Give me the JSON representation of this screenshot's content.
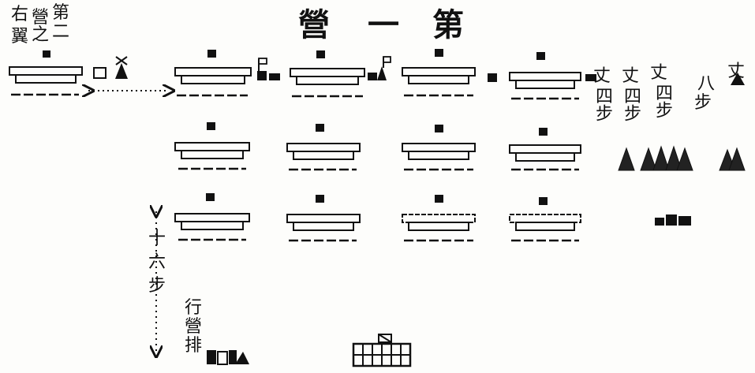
{
  "title": [
    "營",
    "一",
    "第"
  ],
  "wing_label": [
    "右",
    "營",
    "第",
    "翼",
    "之",
    "二"
  ],
  "distance_label": [
    "十",
    "六",
    "步"
  ],
  "march_label": [
    "行",
    "營",
    "排"
  ],
  "unit_labels": [
    {
      "top": "丈",
      "bottom": "四步"
    },
    {
      "top": "丈",
      "bottom": "四步"
    },
    {
      "top": "丈",
      "bottom": "四步"
    },
    {
      "top": "八",
      "bottom": "步"
    },
    {
      "top": "丈",
      "bottom": ""
    }
  ],
  "colors": {
    "ink": "#111111",
    "paper": "#fdfdfb"
  },
  "icons": {
    "flag": "flag-icon",
    "gun": "cannon-icon",
    "troop": "troop-triangle-icon",
    "formation": "formation-block-icon",
    "commander": "commander-square-icon"
  }
}
